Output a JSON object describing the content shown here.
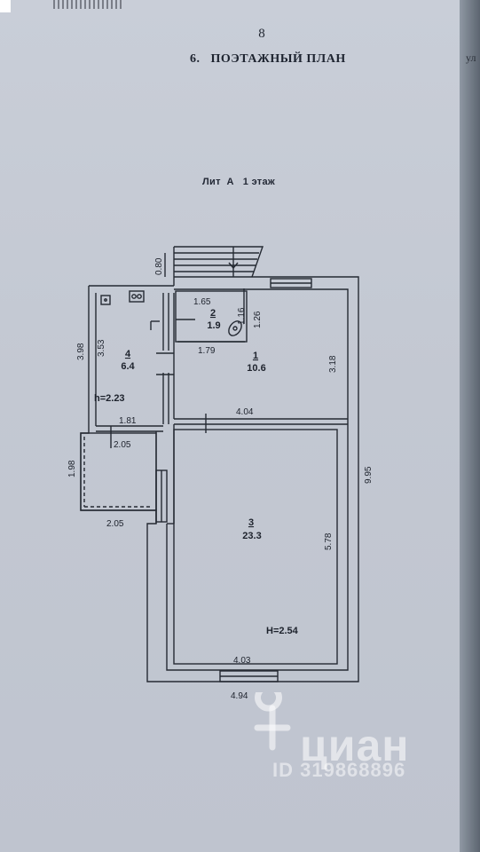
{
  "page": {
    "number": "8",
    "section_title": "6.   ПОЭТАЖНЫЙ ПЛАН",
    "side_fragment": "ул",
    "plan_title": "Лит  А   1 этаж"
  },
  "rooms": [
    {
      "number": "1",
      "area": "10.6"
    },
    {
      "number": "2",
      "area": "1.9"
    },
    {
      "number": "3",
      "area": "23.3"
    },
    {
      "number": "4",
      "area": "6.4"
    }
  ],
  "dimensions": {
    "stair_width": "0.80",
    "room2_width": "1.65",
    "room2_depth_a": "1.16",
    "room2_depth_b": "1.26",
    "room2_bottom": "1.79",
    "room1_height": "3.18",
    "room1_width": "4.04",
    "room4_outer_height": "3.98",
    "room4_inner_height": "3.53",
    "room4_ceiling": "h=2.23",
    "partition_a": "1.81",
    "partition_b": "2.05",
    "porch_height": "1.98",
    "porch_width": "2.05",
    "total_height": "9.95",
    "room3_height": "5.78",
    "room3_ceiling": "H=2.54",
    "room3_width": "4.03",
    "total_width": "4.94"
  },
  "watermark": {
    "brand": "циан",
    "listing_id": "ID 319868896"
  }
}
